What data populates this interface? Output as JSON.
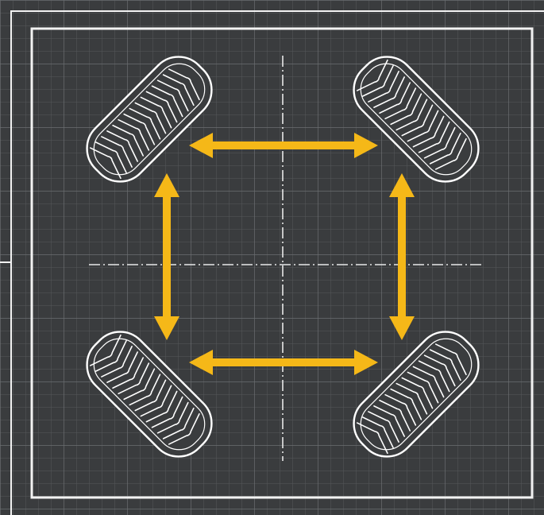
{
  "diagram": {
    "description_visible_text": "",
    "colors": {
      "background": "#3a3c3e",
      "grid_minor": "#55585b",
      "grid_major": "#6a6d70",
      "frame": "#f2f2f2",
      "tire_outline": "#ffffff",
      "arrow": "#f5b818",
      "centerline": "#e8e8e8"
    },
    "tires": [
      {
        "name": "front-left",
        "icon": "tire-icon"
      },
      {
        "name": "front-right",
        "icon": "tire-icon"
      },
      {
        "name": "rear-left",
        "icon": "tire-icon"
      },
      {
        "name": "rear-right",
        "icon": "tire-icon"
      }
    ],
    "arrows": [
      {
        "name": "top-horizontal",
        "kind": "double-headed"
      },
      {
        "name": "bottom-horizontal",
        "kind": "double-headed"
      },
      {
        "name": "left-vertical",
        "kind": "double-headed"
      },
      {
        "name": "right-vertical",
        "kind": "double-headed"
      }
    ]
  }
}
